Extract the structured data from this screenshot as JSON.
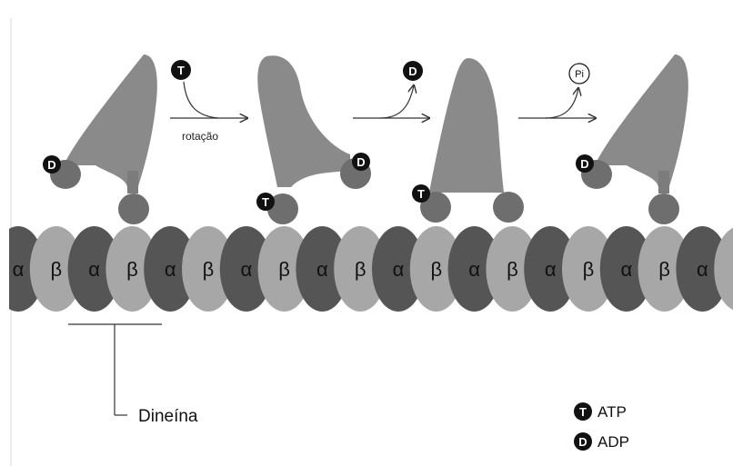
{
  "protofilament": {
    "alpha_symbol": "α",
    "beta_symbol": "β",
    "colors": {
      "alpha": "#555555",
      "beta": "#a7a7a7"
    }
  },
  "motor": {
    "color": "#8a8a8a",
    "stalk_color": "#7c7c7c",
    "head_color": "#6e6e6e"
  },
  "markers": {
    "atp": "T",
    "adp": "D",
    "pi": "Pi"
  },
  "steps": {
    "step1_label": "rotação"
  },
  "caption": {
    "text": "Dineína"
  },
  "legend": [
    {
      "symbol": "T",
      "label": "ATP"
    },
    {
      "symbol": "D",
      "label": "ADP"
    }
  ]
}
